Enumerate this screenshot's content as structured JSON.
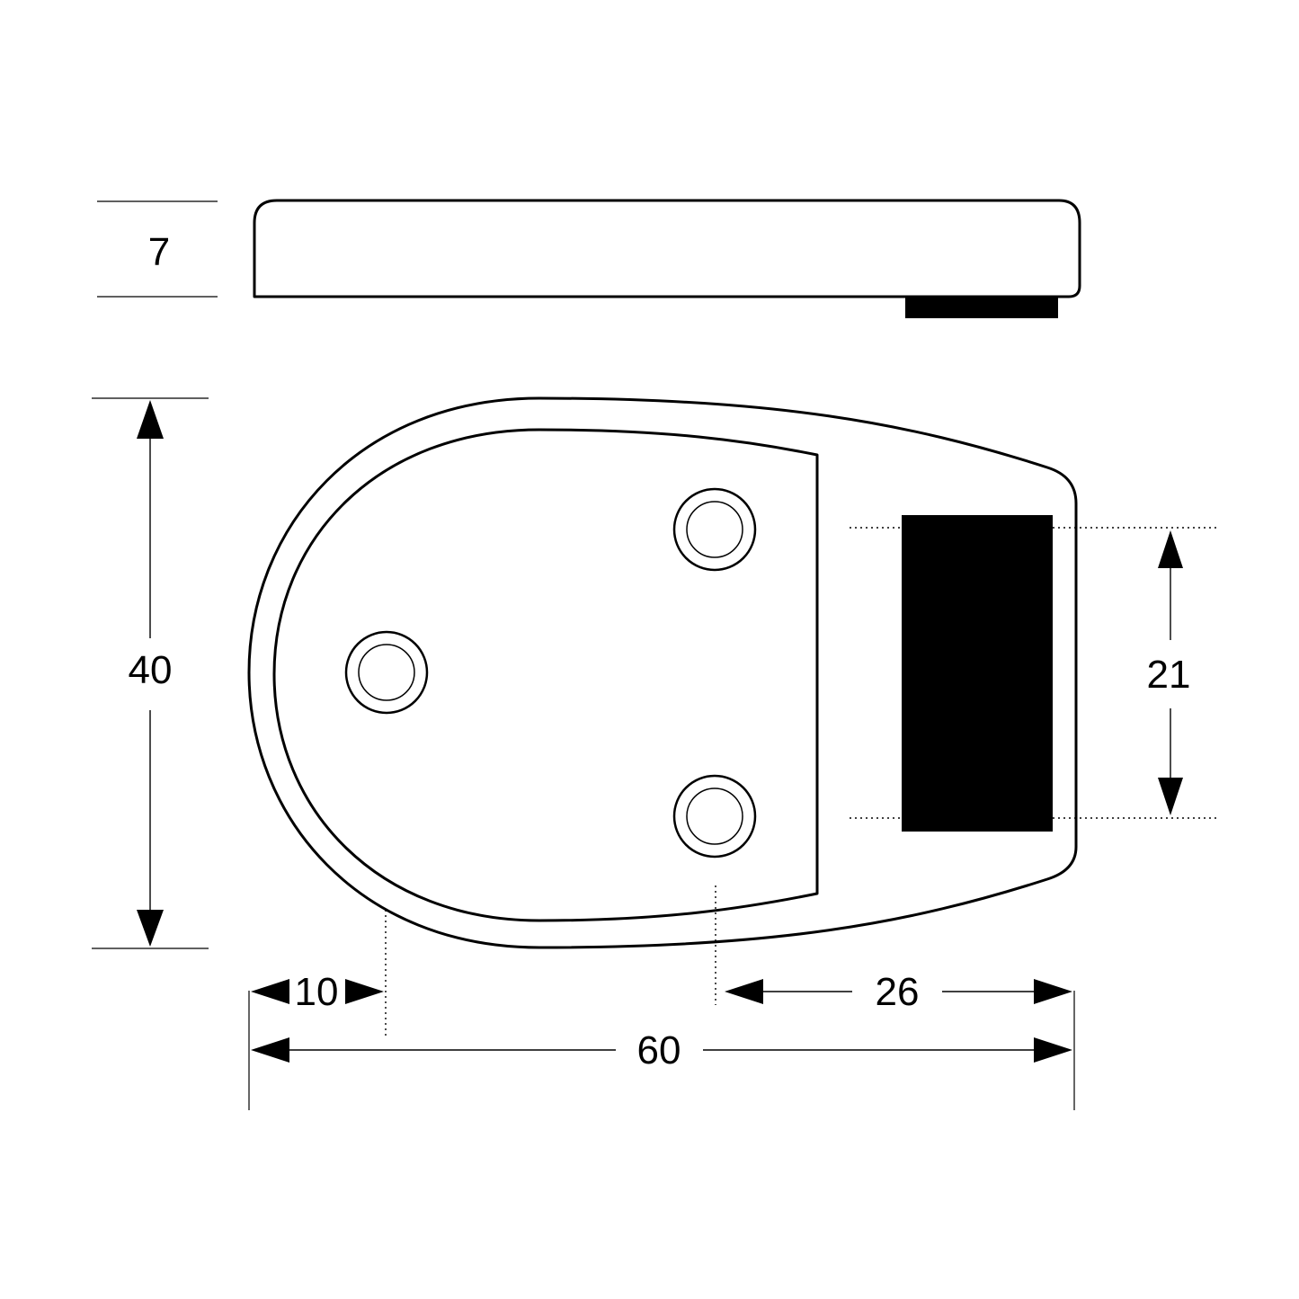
{
  "drawing": {
    "dimensions": {
      "thickness": "7",
      "height": "40",
      "pad_height": "21",
      "overall_length": "60",
      "nose_offset": "10",
      "pad_offset": "26"
    }
  }
}
